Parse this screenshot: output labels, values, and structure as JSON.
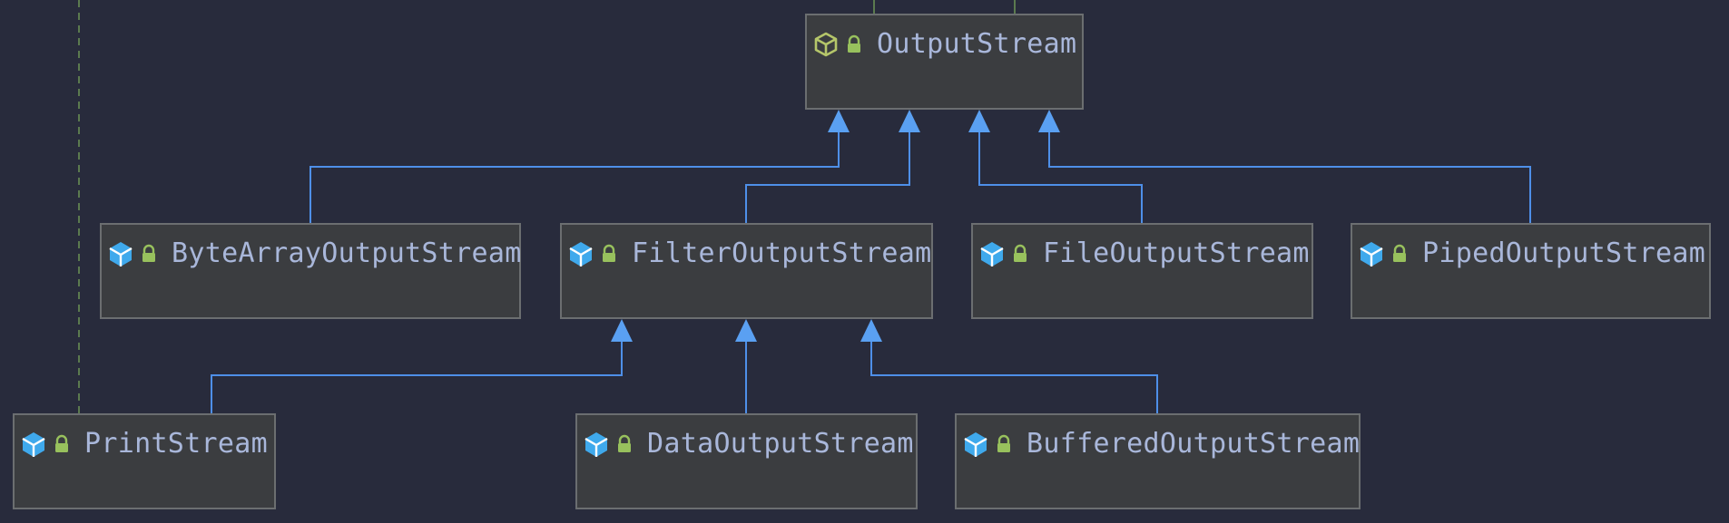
{
  "colors": {
    "background": "#282b3c",
    "node_fill": "#3b3d40",
    "node_border": "#6b6e70",
    "edge": "#4e8fe8",
    "arrow": "#5aa0f2",
    "class_icon": "#3fa9ec",
    "abstract_class_icon": "#b5c66a",
    "lock_icon": "#98c15d",
    "label_text": "#a9b7da",
    "dashed_line": "#5b7a4f"
  },
  "nodes": [
    {
      "id": "output-stream",
      "label": "OutputStream",
      "icon": "abstract-class-icon"
    },
    {
      "id": "byte-array-output-stream",
      "label": "ByteArrayOutputStream",
      "icon": "class-icon"
    },
    {
      "id": "filter-output-stream",
      "label": "FilterOutputStream",
      "icon": "class-icon"
    },
    {
      "id": "file-output-stream",
      "label": "FileOutputStream",
      "icon": "class-icon"
    },
    {
      "id": "piped-output-stream",
      "label": "PipedOutputStream",
      "icon": "class-icon"
    },
    {
      "id": "print-stream",
      "label": "PrintStream",
      "icon": "class-icon"
    },
    {
      "id": "data-output-stream",
      "label": "DataOutputStream",
      "icon": "class-icon"
    },
    {
      "id": "buffered-output-stream",
      "label": "BufferedOutputStream",
      "icon": "class-icon"
    }
  ],
  "edges": [
    {
      "from": "byte-array-output-stream",
      "to": "output-stream",
      "type": "extends"
    },
    {
      "from": "filter-output-stream",
      "to": "output-stream",
      "type": "extends"
    },
    {
      "from": "file-output-stream",
      "to": "output-stream",
      "type": "extends"
    },
    {
      "from": "piped-output-stream",
      "to": "output-stream",
      "type": "extends"
    },
    {
      "from": "print-stream",
      "to": "filter-output-stream",
      "type": "extends"
    },
    {
      "from": "data-output-stream",
      "to": "filter-output-stream",
      "type": "extends"
    },
    {
      "from": "buffered-output-stream",
      "to": "filter-output-stream",
      "type": "extends"
    }
  ]
}
